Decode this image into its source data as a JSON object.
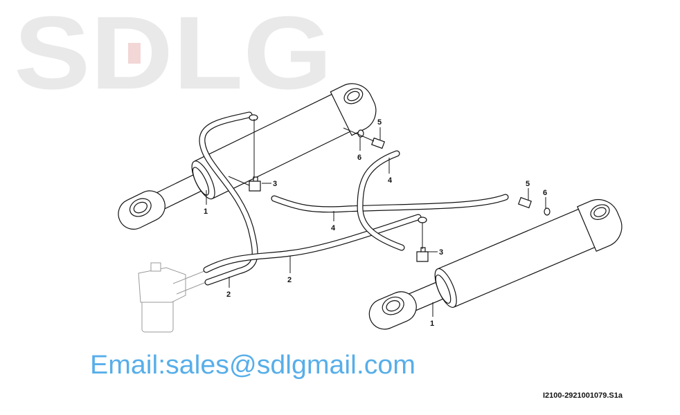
{
  "watermark": {
    "brand_text": "SDLG",
    "email_text": "Email:sales@sdlgmail.com"
  },
  "drawing_code": "I2100-2921001079.S1a",
  "callouts": {
    "c1a": "1",
    "c1b": "1",
    "c2a": "2",
    "c2b": "2",
    "c3a": "3",
    "c3b": "3",
    "c4a": "4",
    "c4b": "4",
    "c5a": "5",
    "c5b": "5",
    "c6a": "6",
    "c6b": "6"
  },
  "colors": {
    "watermark_gray": "#e9e9e9",
    "watermark_red": "#f3d6d6",
    "email_blue": "#3aa0e6"
  }
}
